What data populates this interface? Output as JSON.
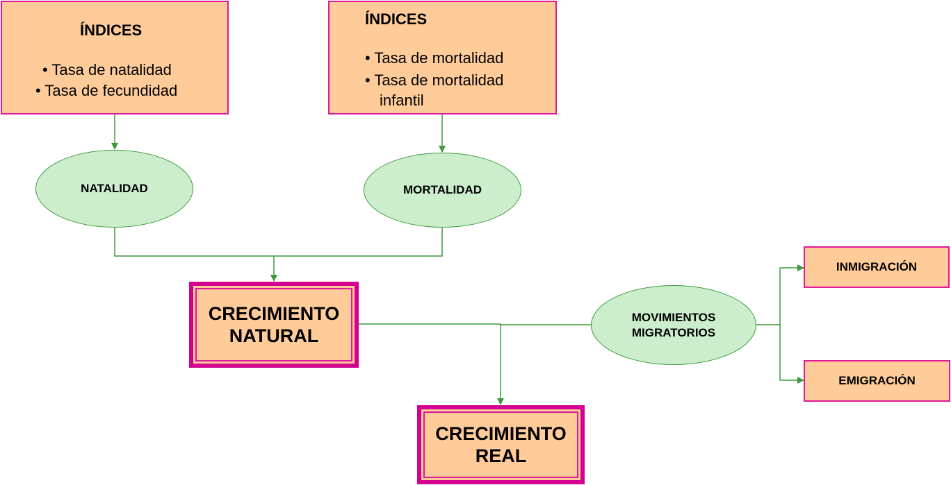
{
  "colors": {
    "box_fill": "#FFCC99",
    "box_border": "#E0189A",
    "ellipse_fill": "#CCEECC",
    "connector": "#3A9A3A"
  },
  "indices_left": {
    "title": "ÍNDICES",
    "items": [
      "• Tasa de natalidad",
      "• Tasa de fecundidad"
    ]
  },
  "indices_right": {
    "title": "ÍNDICES",
    "items": [
      "• Tasa de mortalidad",
      "• Tasa de mortalidad",
      "infantil"
    ]
  },
  "natalidad": "NATALIDAD",
  "mortalidad": "MORTALIDAD",
  "crecimiento_natural": "CRECIMIENTO NATURAL",
  "movimientos": "MOVIMIENTOS MIGRATORIOS",
  "inmigracion": "INMIGRACIÓN",
  "emigracion": "EMIGRACIÓN",
  "crecimiento_real": "CRECIMIENTO REAL"
}
